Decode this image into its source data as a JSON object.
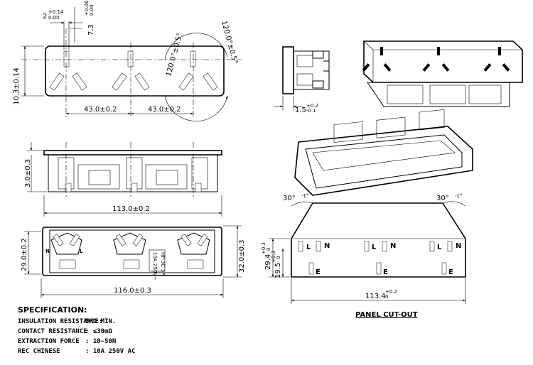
{
  "colors": {
    "line": "#000000",
    "background": "#ffffff"
  },
  "top_view": {
    "dim_slot_width": "2",
    "dim_slot_width_tol_plus": "+0.14",
    "dim_slot_width_tol_minus": "0.00",
    "dim_slot_height": "7.3",
    "dim_slot_height_tol_plus": "+0.06",
    "dim_slot_height_tol_minus": "0.00",
    "dim_height": "10.3±0.14",
    "dim_pitch_1": "43.0±0.2",
    "dim_pitch_2": "43.0±0.2",
    "angle_1": "120.0°±0.5°",
    "angle_2": "120.0°±0.5°"
  },
  "side_view": {
    "dim_flange": "1.5",
    "dim_flange_tol_plus": "+0.2",
    "dim_flange_tol_minus": "-0.1"
  },
  "front_view": {
    "dim_height": "3.0±0.3",
    "dim_width": "113.0±0.2"
  },
  "bottom_view": {
    "dim_height_left": "29.0±0.2",
    "dim_height_right": "32.0±0.3",
    "dim_width": "116.0±0.3",
    "label_n": "N",
    "label_l": "L",
    "rating_line1": "10A 250V~",
    "rating_line2": "HP-3C-3P"
  },
  "panel_cutout": {
    "title": "PANEL CUT-OUT",
    "angle_left": "30°",
    "angle_left_tol": "-1°",
    "angle_right": "30°",
    "angle_right_tol": "-1°",
    "dim_height": "29.4",
    "dim_height_tol_plus": "+0.3",
    "dim_height_tol_minus": "0",
    "dim_lower": "19.5",
    "dim_lower_tol_plus": "+0.3",
    "dim_lower_tol_minus": "0",
    "dim_width": "113.4",
    "dim_width_tol_plus": "+0.2",
    "dim_width_tol_minus": "0",
    "label_l": "L",
    "label_n": "N",
    "label_e": "E"
  },
  "specification": {
    "title": "SPECIFICATION:",
    "rows": [
      {
        "name": "INSULATION RESISTANCE:",
        "value": "5MΩ  MIN."
      },
      {
        "name": "CONTACT RESISTANCE",
        "value": ": ≤30mΩ"
      },
      {
        "name": "EXTRACTION FORCE",
        "value": ": 10~50N"
      },
      {
        "name": "REC  CHINESE",
        "value": ": 10A 250V AC"
      }
    ]
  }
}
